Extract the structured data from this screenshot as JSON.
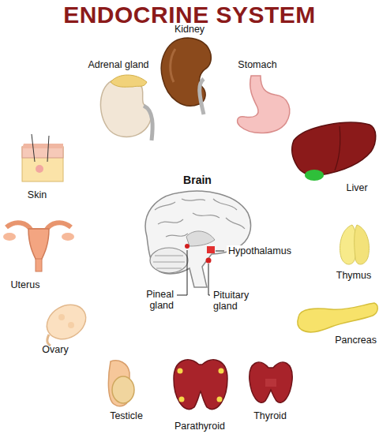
{
  "diagram": {
    "title": "ENDOCRINE SYSTEM",
    "labels": [
      "Kidney",
      "Adrenal gland",
      "Stomach",
      "Liver",
      "Skin",
      "Brain",
      "Hypothalamus",
      "Thymus",
      "Uterus",
      "Pineal gland",
      "Pituitary gland",
      "Pancreas",
      "Ovary",
      "Testicle",
      "Thyroid",
      "Parathyroid"
    ]
  }
}
